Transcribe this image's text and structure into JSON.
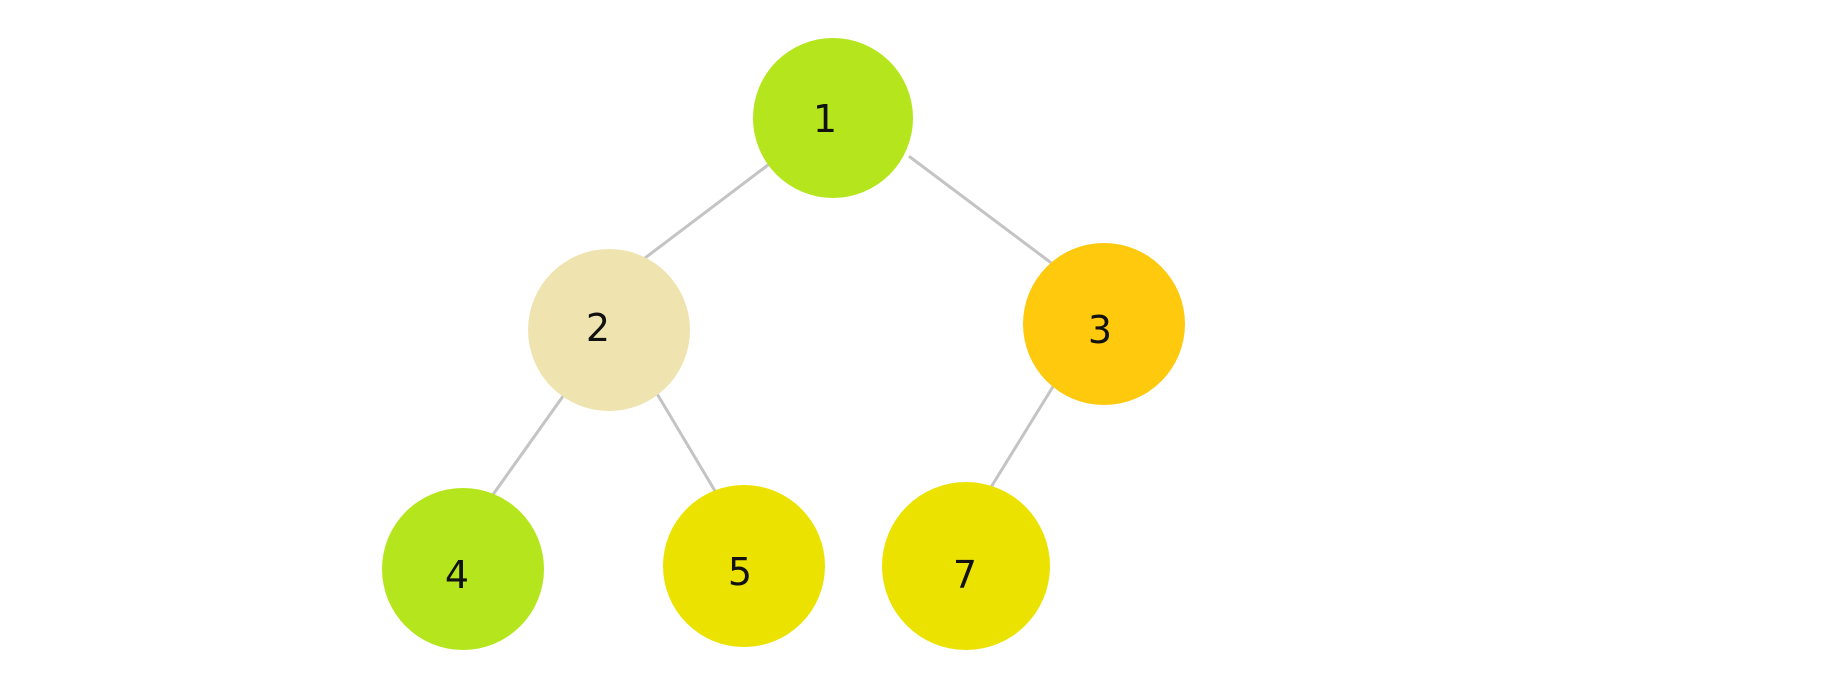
{
  "tree": {
    "nodes": [
      {
        "id": "n1",
        "label": "1",
        "color": "#b5e61d"
      },
      {
        "id": "n2",
        "label": "2",
        "color": "#efe4b0"
      },
      {
        "id": "n3",
        "label": "3",
        "color": "#ffc90e"
      },
      {
        "id": "n4",
        "label": "4",
        "color": "#b5e61d"
      },
      {
        "id": "n5",
        "label": "5",
        "color": "#ece200"
      },
      {
        "id": "n7",
        "label": "7",
        "color": "#ece200"
      }
    ],
    "edges": [
      {
        "from": "n1",
        "to": "n2"
      },
      {
        "from": "n1",
        "to": "n3"
      },
      {
        "from": "n2",
        "to": "n4"
      },
      {
        "from": "n2",
        "to": "n5"
      },
      {
        "from": "n3",
        "to": "n7"
      }
    ],
    "edge_color": "#c4c4c4"
  }
}
